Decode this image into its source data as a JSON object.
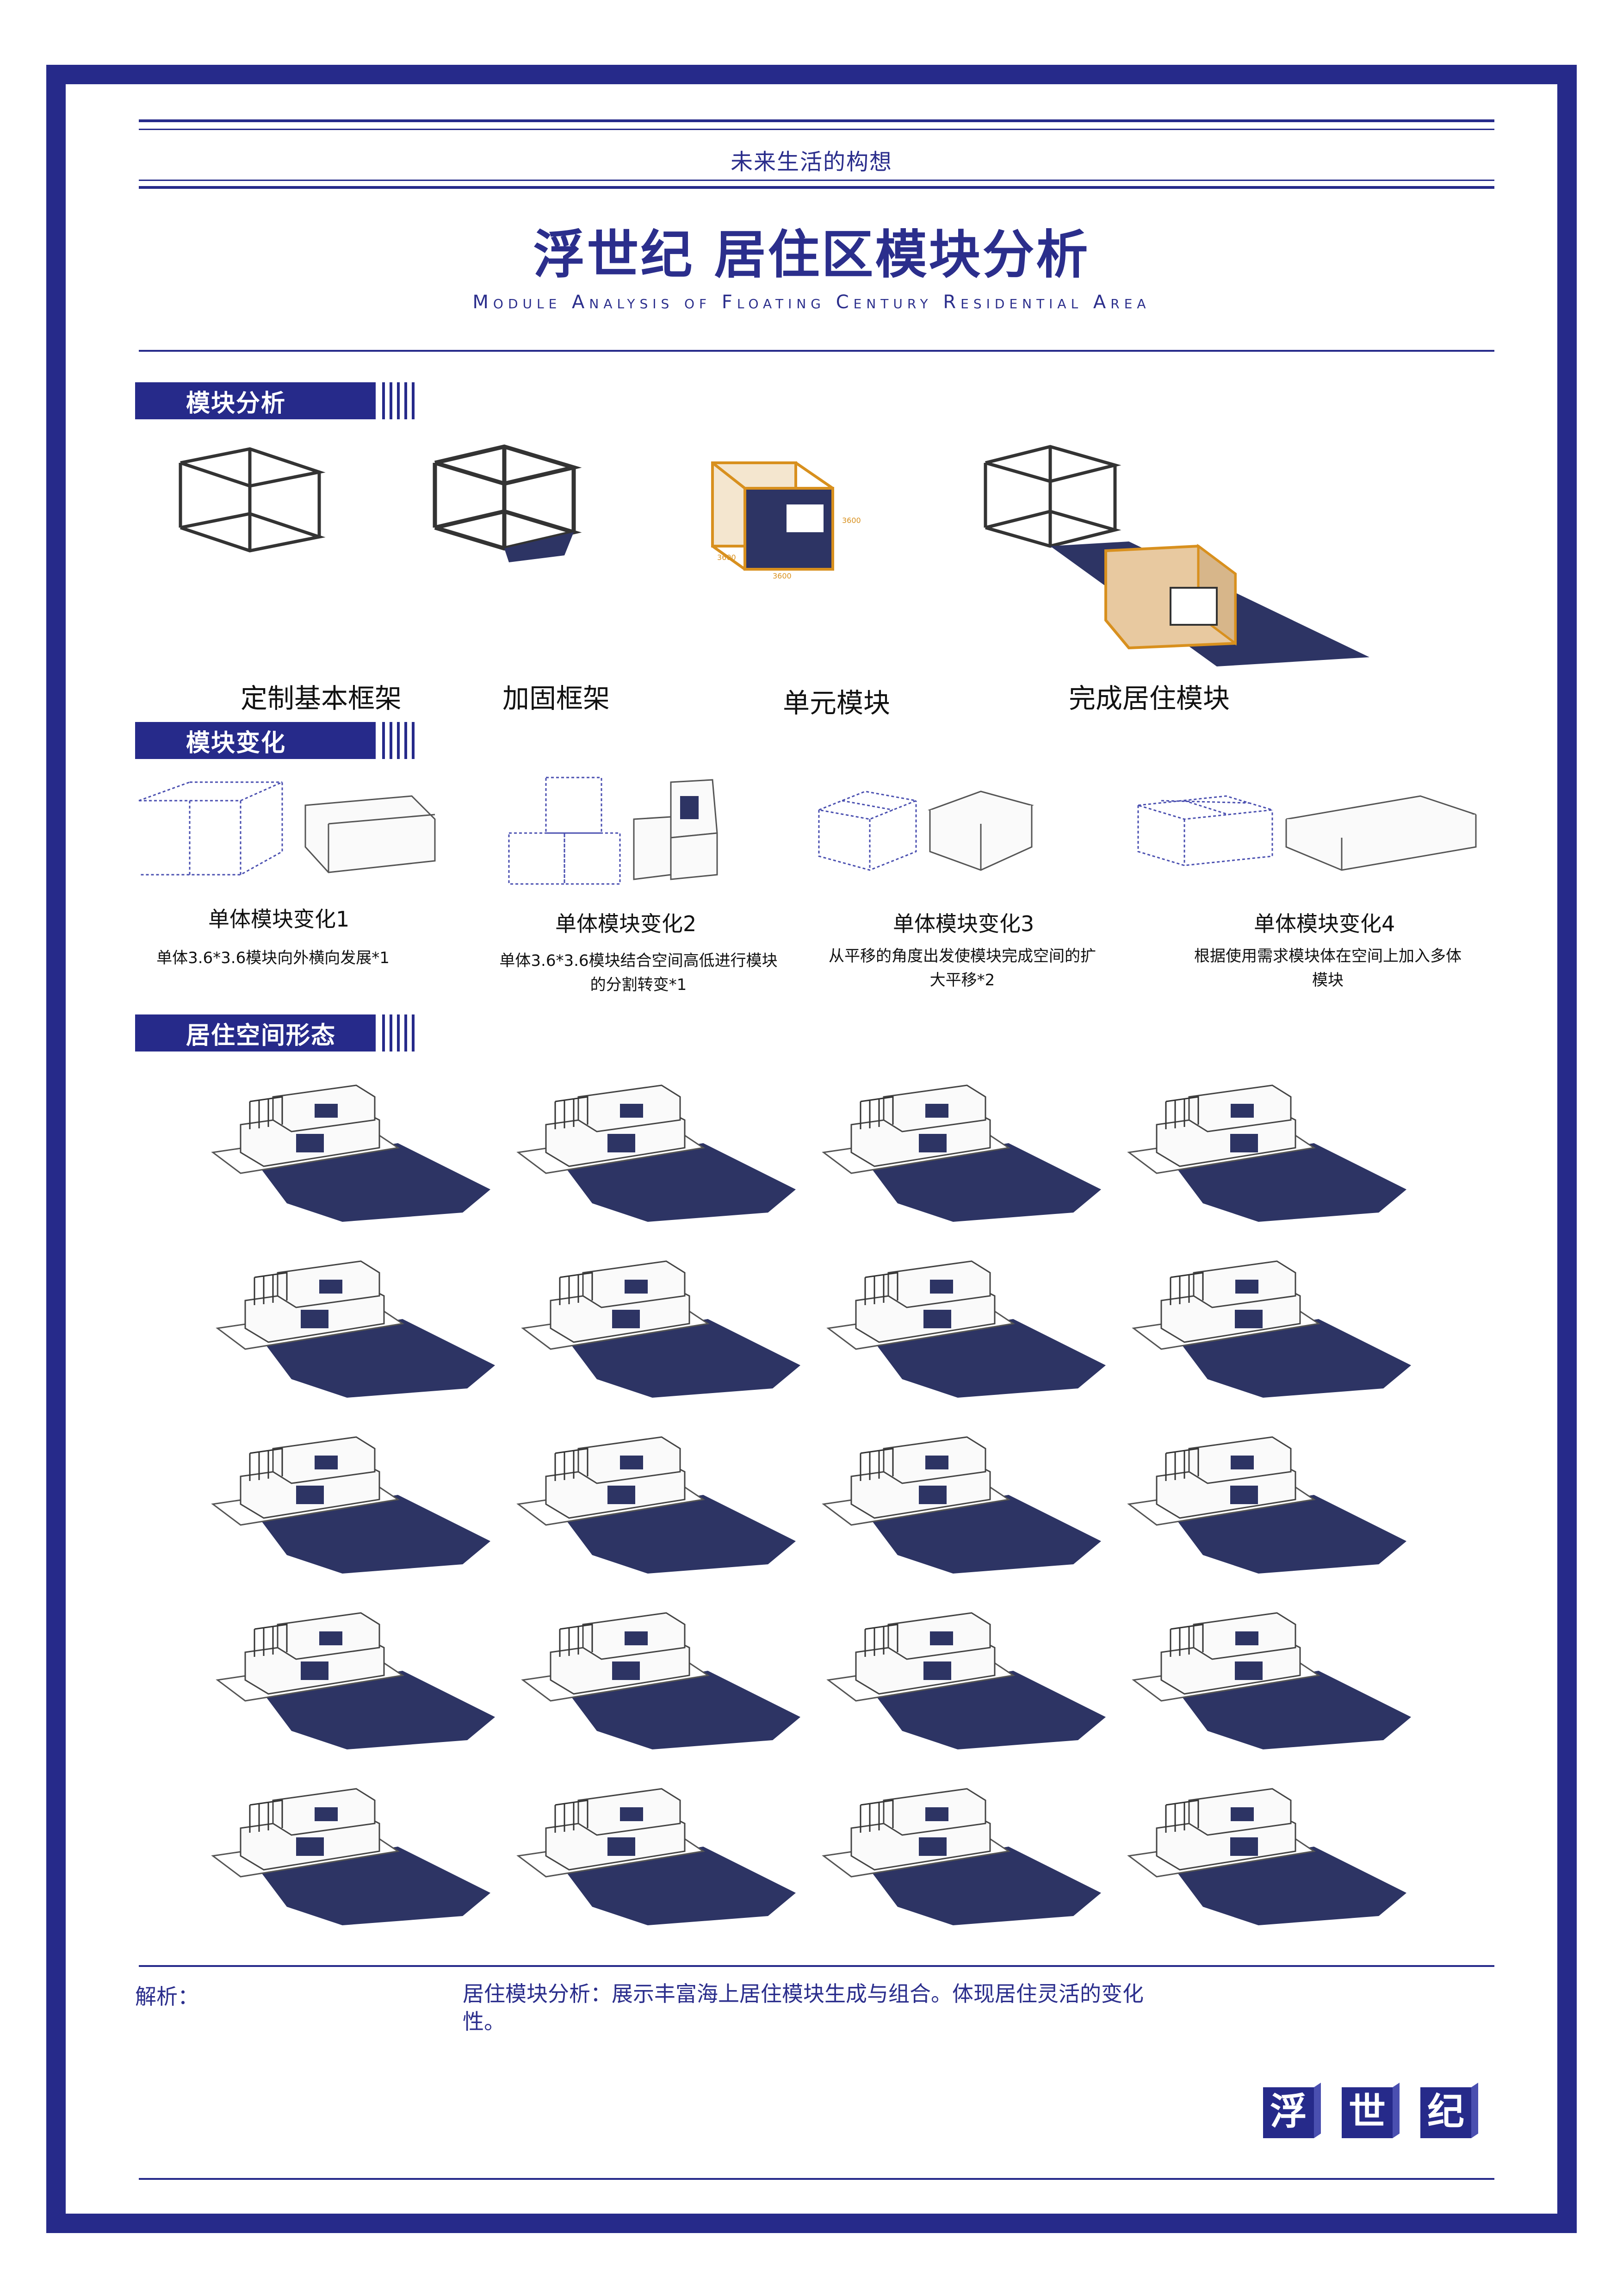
{
  "header": {
    "subtitle": "未来生活的构想",
    "title": "浮世纪 居住区模块分析",
    "title_en": "Module Analysis of Floating Century Residential Area"
  },
  "sections": {
    "module_analysis": "模块分析",
    "module_variation": "模块变化",
    "living_space": "居住空间形态"
  },
  "module_steps": [
    {
      "label": "定制基本框架"
    },
    {
      "label": "加固框架"
    },
    {
      "label": "单元模块"
    },
    {
      "label": "完成居住模块"
    }
  ],
  "dimension_labels": [
    "3600",
    "3600",
    "3600"
  ],
  "variations": [
    {
      "title": "单体模块变化1",
      "desc": "单体3.6*3.6模块向外横向发展*1"
    },
    {
      "title": "单体模块变化2",
      "desc": "单体3.6*3.6模块结合空间高低进行模块的分割转变*1"
    },
    {
      "title": "单体模块变化3",
      "desc": "从平移的角度出发使模块完成空间的扩大平移*2"
    },
    {
      "title": "单体模块变化4",
      "desc": "根据使用需求模块体在空间上加入多体模块"
    }
  ],
  "analysis": {
    "label": "解析：",
    "text": "居住模块分析：展示丰富海上居住模块生成与组合。体现居住灵活的变化性。"
  },
  "logo": {
    "chars": [
      "浮",
      "世",
      "纪"
    ]
  },
  "colors": {
    "primary": "#262a8a",
    "shadow": "#2d3464",
    "wood": "#e8c9a0",
    "orange": "#d8901e"
  }
}
